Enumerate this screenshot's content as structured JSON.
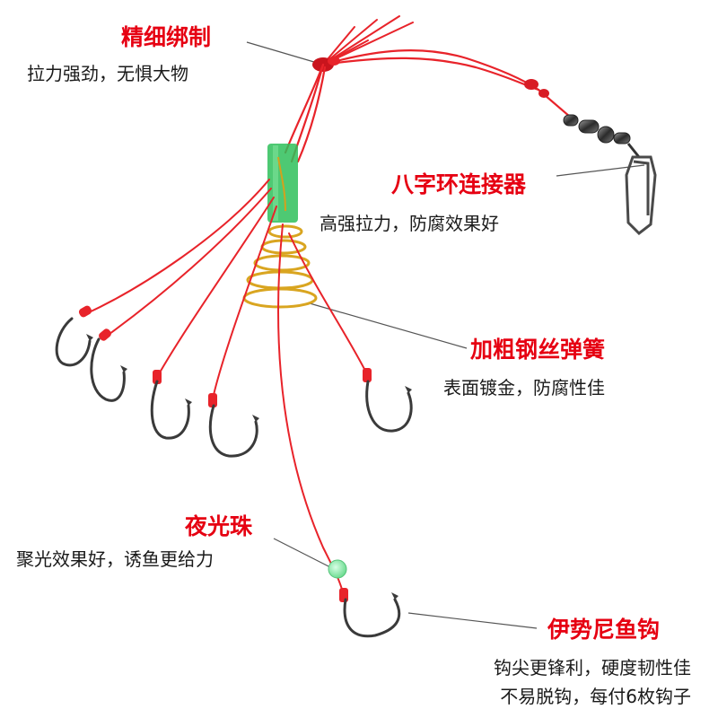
{
  "callouts": {
    "binding": {
      "title": "精细绑制",
      "desc": "拉力强劲，无惧大物"
    },
    "swivel": {
      "title": "八字环连接器",
      "desc": "高强拉力，防腐效果好"
    },
    "spring": {
      "title": "加粗钢丝弹簧",
      "desc": "表面镀金，防腐性佳"
    },
    "bead": {
      "title": "夜光珠",
      "desc": "聚光效果好，诱鱼更给力"
    },
    "hook": {
      "title": "伊势尼鱼钩",
      "desc_line1": "钩尖更锋利，硬度韧性佳",
      "desc_line2": "不易脱钩，每付6枚钩子"
    }
  },
  "colors": {
    "accent": "#e60012",
    "line": "#e8232a",
    "spring": "#d9a520",
    "tube": "#2fbf5a",
    "hook": "#3a3a3a",
    "bead": "#7fe3a0"
  }
}
